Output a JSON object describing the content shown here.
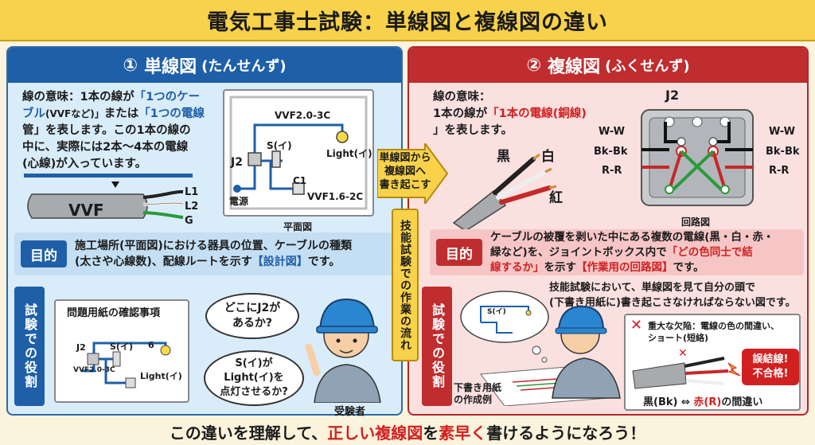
{
  "title": "電気工事士試験：単線図と複線図の違い",
  "left": {
    "header_num": "①",
    "header_title": "単線図",
    "header_reading": "(たんせんず)",
    "meaning_l1a": "線の意味：1本の線が",
    "meaning_l1b": "「1つのケー",
    "meaning_l2a": "ブル",
    "meaning_l2b": "(VVFなど)」",
    "meaning_l2c": "または",
    "meaning_l2d": "「1つの電線",
    "meaning_l3": "管」を表します。この1本の線の",
    "meaning_l4": "中に、実際には2本〜4本の電線",
    "meaning_l5": "(心線)が入っています。",
    "cable_label": "VVF",
    "wire_l1": "L1",
    "wire_l2": "L2",
    "wire_g": "G",
    "plan": {
      "vvf_top": "VVF2.0-3C",
      "j2": "J2",
      "switch": "S(イ)",
      "light": "Light(イ)",
      "c1": "C1",
      "vvf_bottom": "VVF1.6-2C",
      "power": "電源",
      "caption": "平面図"
    },
    "purpose_tag": "目的",
    "purpose_l1": "施工場所(平面図)における器具の位置、ケーブルの種類",
    "purpose_l2a": "(太さや心線数)、配線ルートを示す",
    "purpose_l2b": "【設計図】",
    "purpose_l2c": "です。",
    "role_label": "試験での役割",
    "check": {
      "title": "問題用紙の確認事項",
      "j2": "J2",
      "switch": "S(イ)",
      "six": "6",
      "vvf": "VVF2.0-3C",
      "light": "Light(イ)"
    },
    "bubble1_l1": "どこにJ2が",
    "bubble1_l2": "あるか?",
    "bubble2_l1": "S(イ)が",
    "bubble2_l2": "Light(イ)を",
    "bubble2_l3": "点灯させるか?",
    "examinee": "受験者"
  },
  "middle": {
    "arrow_l1": "単線図から",
    "arrow_l2": "複線図へ",
    "arrow_l3": "書き起こす",
    "flow": "技能試験での作業の流れ"
  },
  "right": {
    "header_num": "②",
    "header_title": "複線図",
    "header_reading": "(ふくせんず)",
    "meaning_l1": "線の意味：",
    "meaning_l2a": "1本の線が",
    "meaning_l2b": "「1本の電線(銅線)",
    "meaning_l3": "」を表します。",
    "wire_black": "黒",
    "wire_white": "白",
    "wire_red": "紅",
    "j2": "J2",
    "ww": "W-W",
    "bkbk": "Bk-Bk",
    "rr": "R-R",
    "circuit_caption": "回路図",
    "purpose_tag": "目的",
    "purpose_l1": "ケーブルの被覆を剥いた中にある複数の電線(黒・白・赤・",
    "purpose_l2a": "緑など)を、ジョイントボックス内で",
    "purpose_l2b": "「どの色同士で結",
    "purpose_l3a": "線するか」",
    "purpose_l3b": "を示す",
    "purpose_l3c": "【作業用の回路図】",
    "purpose_l3d": "です。",
    "role_label": "試験での役割",
    "role_l1": "技能試験において、単線図を見て自分の頭で",
    "role_l2": "(下書き用紙に)書き起こさなければならない図です。",
    "thought_switch": "S(イ)",
    "draft_l1": "下書き用紙",
    "draft_l2": "の作成例",
    "defect_l1": "重大な欠陥：電線の色の間違い、",
    "defect_l2": "ショート(短絡)",
    "error_l1": "誤結線!",
    "error_l2": "不合格!",
    "mistake_a": "黒(Bk)",
    "mistake_b": "⇔",
    "mistake_c": "赤(R)",
    "mistake_d": "の間違い"
  },
  "bottom": {
    "a": "この違いを理解して、",
    "b": "正しい複線図",
    "c": "を",
    "d": "素早く",
    "e": "書けるようになろう！"
  }
}
